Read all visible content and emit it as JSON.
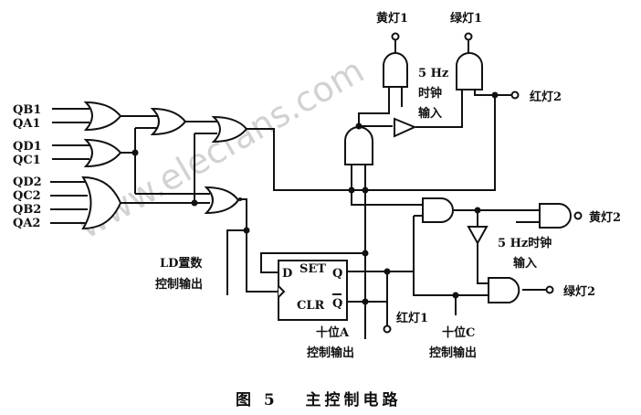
{
  "watermark": "www.elecfans.com",
  "inputs": [
    "QB1",
    "QA1",
    "QD1",
    "QC1",
    "QD2",
    "QC2",
    "QB2",
    "QA2"
  ],
  "labels": {
    "yellow1": "黄灯1",
    "green1": "绿灯1",
    "red2": "红灯2",
    "clock_top_1": "5 Hz",
    "clock_top_2": "时钟",
    "clock_top_3": "输入",
    "yellow2": "黄灯2",
    "clock_bottom_1": "5 Hz时钟",
    "clock_bottom_2": "输入",
    "green2": "绿灯2",
    "red1": "红灯1",
    "ld_1": "LD置数",
    "ld_2": "控制输出",
    "tenA_1": "十位A",
    "tenA_2": "控制输出",
    "tenC_1": "十位C",
    "tenC_2": "控制输出",
    "ff_d": "D",
    "ff_set": "SET",
    "ff_q": "Q",
    "ff_clr": "CLR",
    "ff_qbar": "Q"
  },
  "caption": "图 5   主控制电路"
}
